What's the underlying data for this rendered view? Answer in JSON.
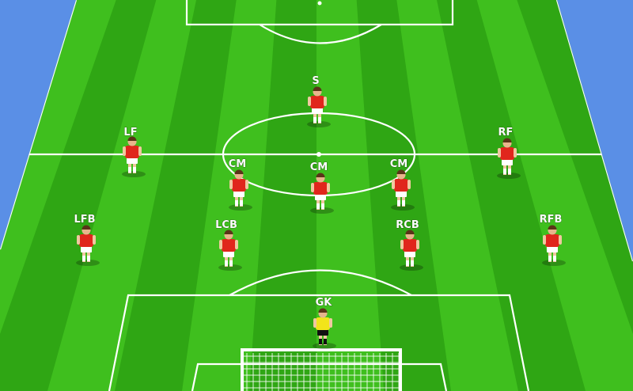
{
  "colors": {
    "background": "#5a8fe6",
    "grass_light": "#3fbf1e",
    "grass_dark": "#2fa614",
    "lines": "#ffffff",
    "outfield_shirt": "#e0261c",
    "outfield_shorts": "#ffffff",
    "goalkeeper_shirt": "#f2e41a",
    "goalkeeper_shorts": "#111111"
  },
  "players": [
    {
      "role": "striker",
      "label": "S",
      "kit": "outfield"
    },
    {
      "role": "left-forward",
      "label": "LF",
      "kit": "outfield"
    },
    {
      "role": "right-forward",
      "label": "RF",
      "kit": "outfield"
    },
    {
      "role": "left-central-midfielder",
      "label": "CM",
      "kit": "outfield"
    },
    {
      "role": "central-midfielder",
      "label": "CM",
      "kit": "outfield"
    },
    {
      "role": "right-central-midfielder",
      "label": "CM",
      "kit": "outfield"
    },
    {
      "role": "left-full-back",
      "label": "LFB",
      "kit": "outfield"
    },
    {
      "role": "left-centre-back",
      "label": "LCB",
      "kit": "outfield"
    },
    {
      "role": "right-centre-back",
      "label": "RCB",
      "kit": "outfield"
    },
    {
      "role": "right-full-back",
      "label": "RFB",
      "kit": "outfield"
    },
    {
      "role": "goalkeeper",
      "label": "GK",
      "kit": "goalkeeper"
    }
  ]
}
